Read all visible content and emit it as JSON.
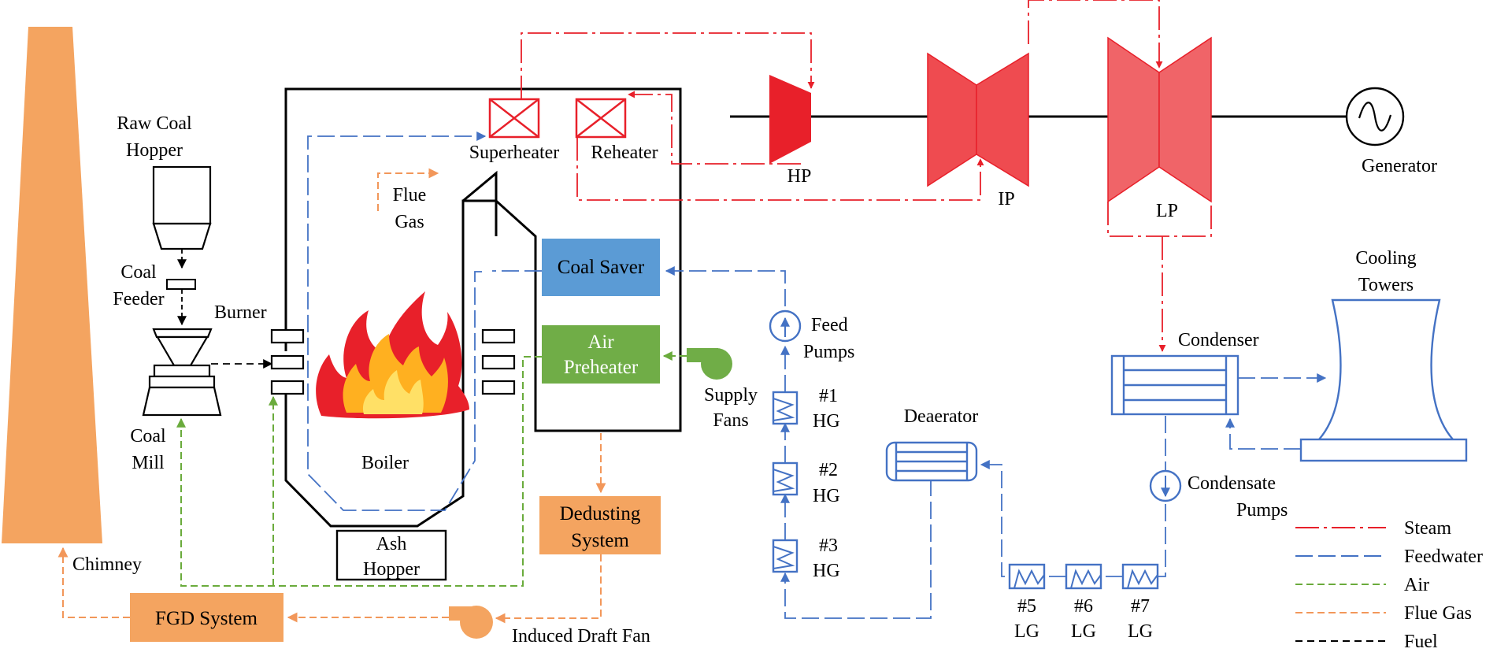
{
  "labels": {
    "raw_coal_hopper_1": "Raw Coal",
    "raw_coal_hopper_2": "Hopper",
    "coal_feeder_1": "Coal",
    "coal_feeder_2": "Feeder",
    "coal_mill_1": "Coal",
    "coal_mill_2": "Mill",
    "burner": "Burner",
    "superheater": "Superheater",
    "reheater": "Reheater",
    "flue_gas_1": "Flue",
    "flue_gas_2": "Gas",
    "boiler": "Boiler",
    "ash_hopper_1": "Ash",
    "ash_hopper_2": "Hopper",
    "coal_saver": "Coal Saver",
    "air_preheater_1": "Air",
    "air_preheater_2": "Preheater",
    "supply_fans_1": "Supply",
    "supply_fans_2": "Fans",
    "dedusting_1": "Dedusting",
    "dedusting_2": "System",
    "fgd_system": "FGD System",
    "induced_draft_fan": "Induced Draft Fan",
    "chimney": "Chimney",
    "hp": "HP",
    "ip": "IP",
    "lp": "LP",
    "generator": "Generator",
    "feed_pumps_1": "Feed",
    "feed_pumps_2": "Pumps",
    "hg1_num": "#1",
    "hg2_num": "#2",
    "hg3_num": "#3",
    "hg": "HG",
    "deaerator": "Deaerator",
    "cooling_towers_1": "Cooling",
    "cooling_towers_2": "Towers",
    "condenser": "Condenser",
    "condensate_pumps_1": "Condensate",
    "condensate_pumps_2": "Pumps",
    "lg5_num": "#5",
    "lg6_num": "#6",
    "lg7_num": "#7",
    "lg": "LG"
  },
  "legend": [
    {
      "label": "Steam",
      "color": "#e8202a"
    },
    {
      "label": "Feedwater",
      "color": "#4472c4"
    },
    {
      "label": "Air",
      "color": "#6aab3c"
    },
    {
      "label": "Flue Gas",
      "color": "#f2975a"
    },
    {
      "label": "Fuel",
      "color": "#000000"
    }
  ],
  "colors": {
    "steam": "#e8202a",
    "feedwater": "#4472c4",
    "air": "#6aab3c",
    "flue_gas": "#f2975a",
    "fuel": "#000000",
    "box_blue": "#5b9bd5",
    "box_green": "#70ad47",
    "box_orange": "#f4a460"
  }
}
